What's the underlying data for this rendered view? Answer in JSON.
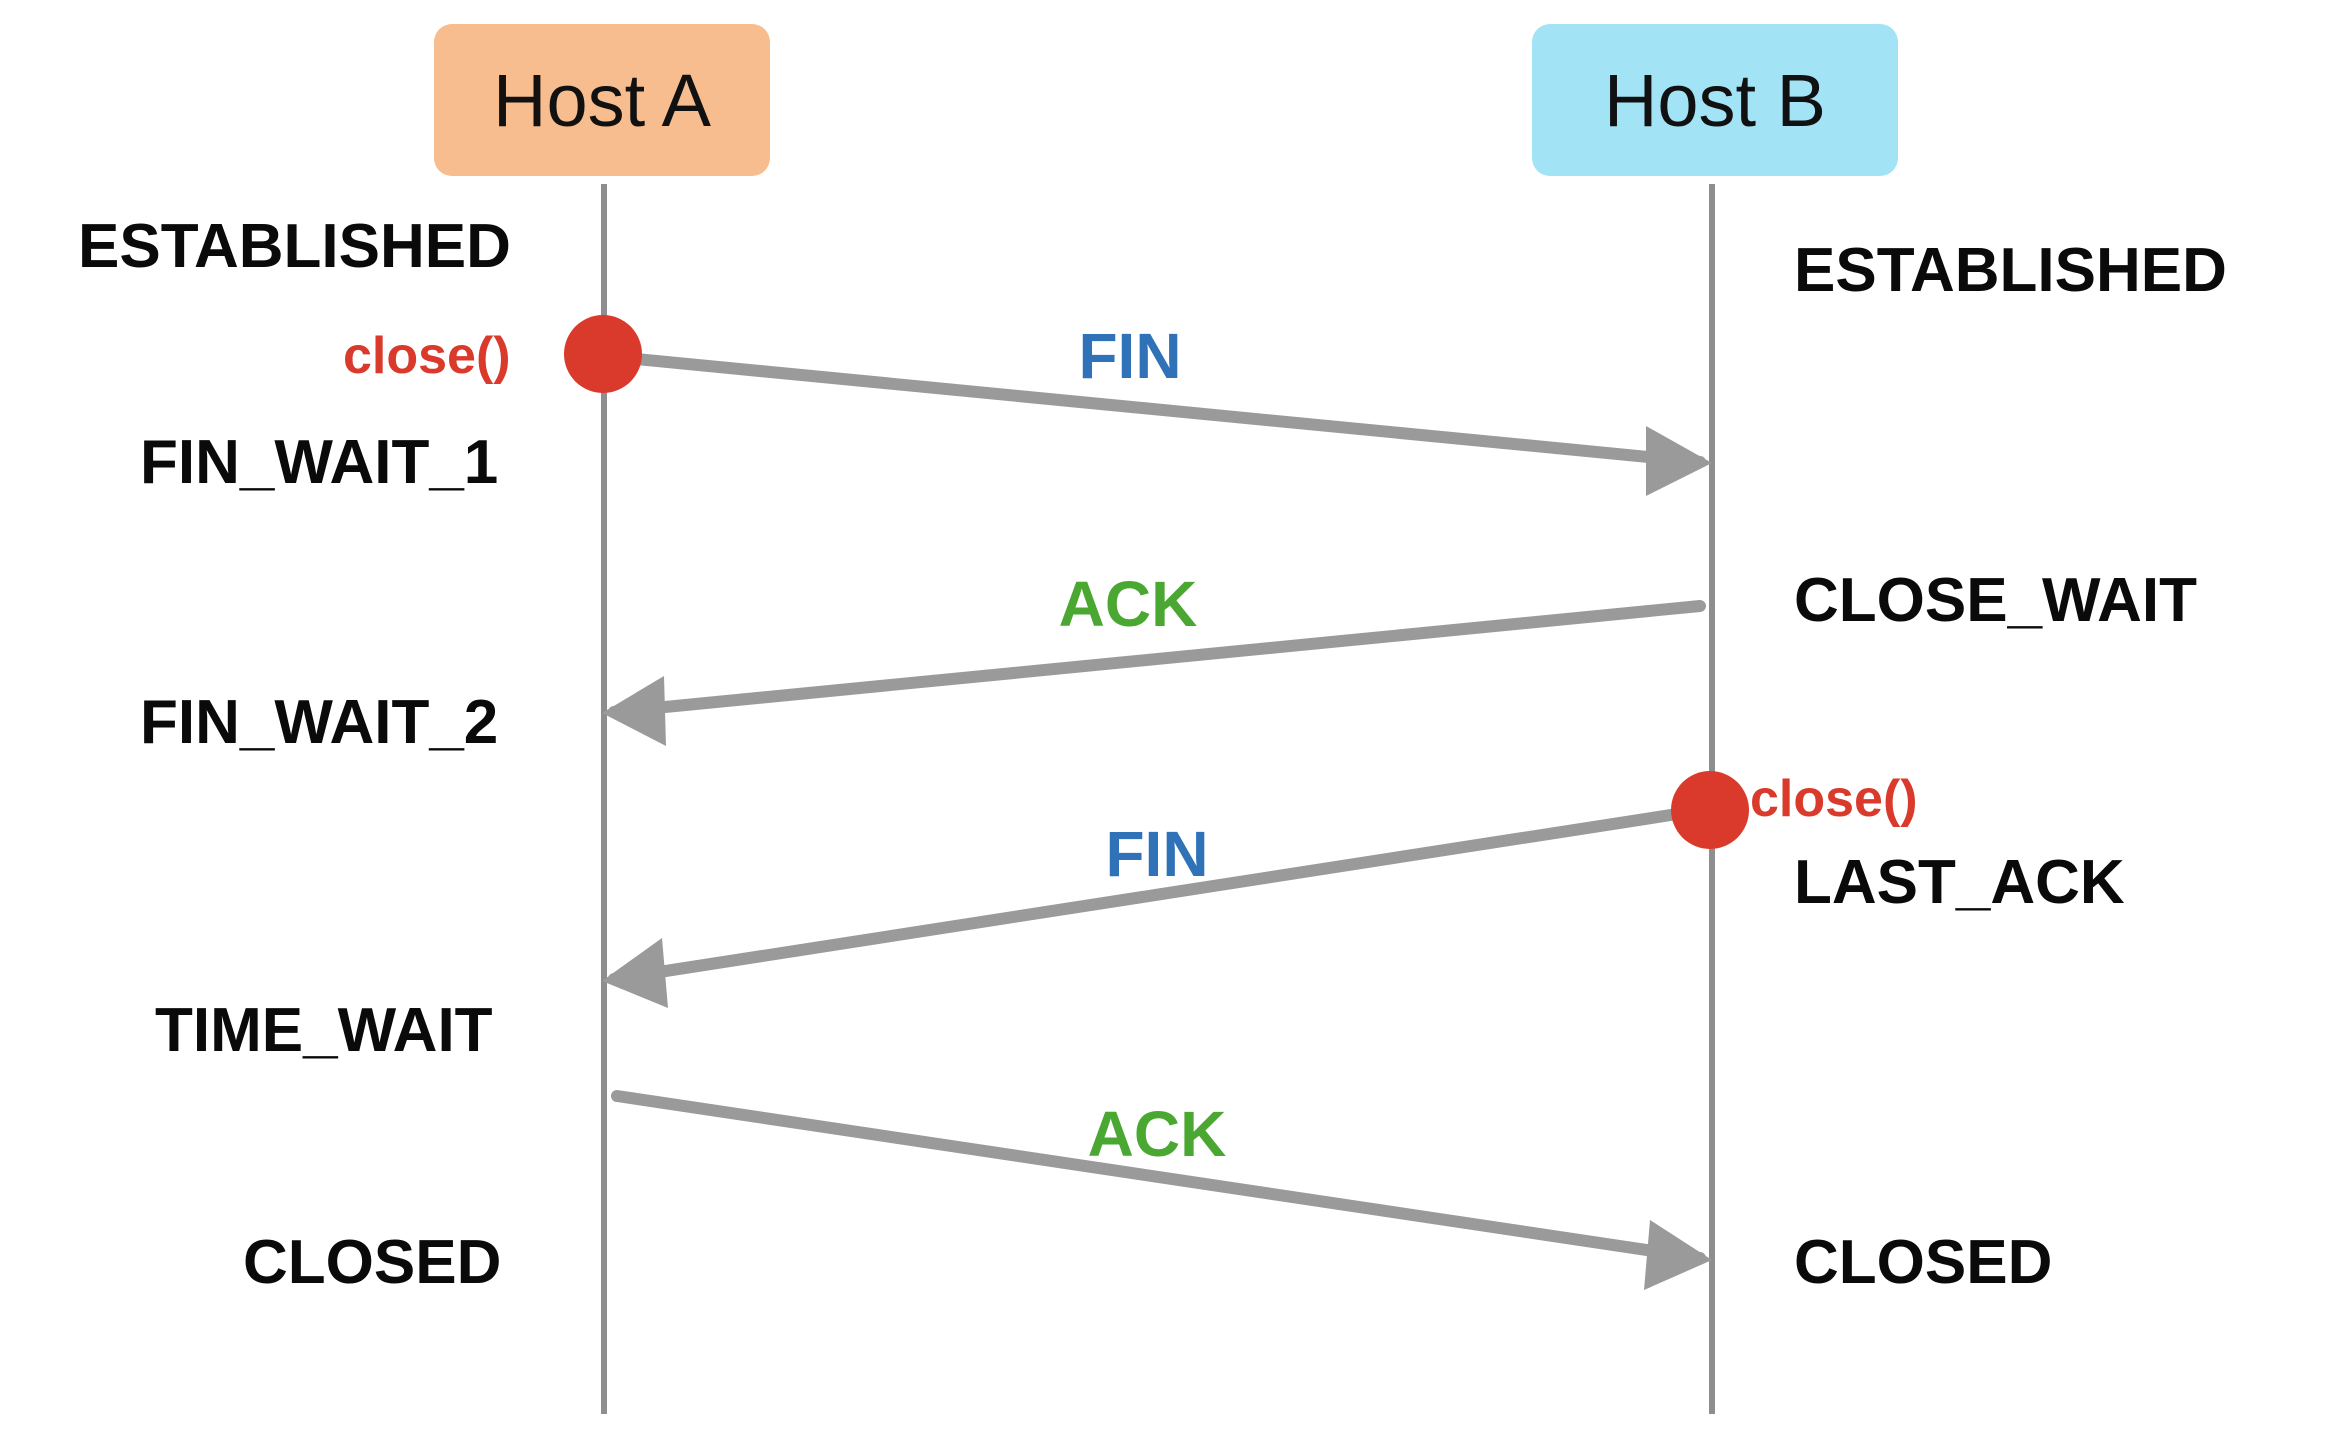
{
  "hosts": {
    "a": {
      "label": "Host A",
      "color": "#f7bd8e"
    },
    "b": {
      "label": "Host B",
      "color": "#a3e3f6"
    }
  },
  "states": {
    "a": [
      "ESTABLISHED",
      "FIN_WAIT_1",
      "FIN_WAIT_2",
      "TIME_WAIT",
      "CLOSED"
    ],
    "b": [
      "ESTABLISHED",
      "CLOSE_WAIT",
      "LAST_ACK",
      "CLOSED"
    ]
  },
  "events": {
    "a_close": {
      "label": "close()",
      "color": "#d93a2b"
    },
    "b_close": {
      "label": "close()",
      "color": "#d93a2b"
    }
  },
  "messages": [
    {
      "label": "FIN",
      "direction": "A→B",
      "color": "#2f72b8"
    },
    {
      "label": "ACK",
      "direction": "B→A",
      "color": "#4aa832"
    },
    {
      "label": "FIN",
      "direction": "B→A",
      "color": "#2f72b8"
    },
    {
      "label": "ACK",
      "direction": "A→B",
      "color": "#4aa832"
    }
  ],
  "colors": {
    "lifeline": "#8e8e8e",
    "arrow": "#9a9a9a",
    "state_text": "#0a0a0a"
  }
}
